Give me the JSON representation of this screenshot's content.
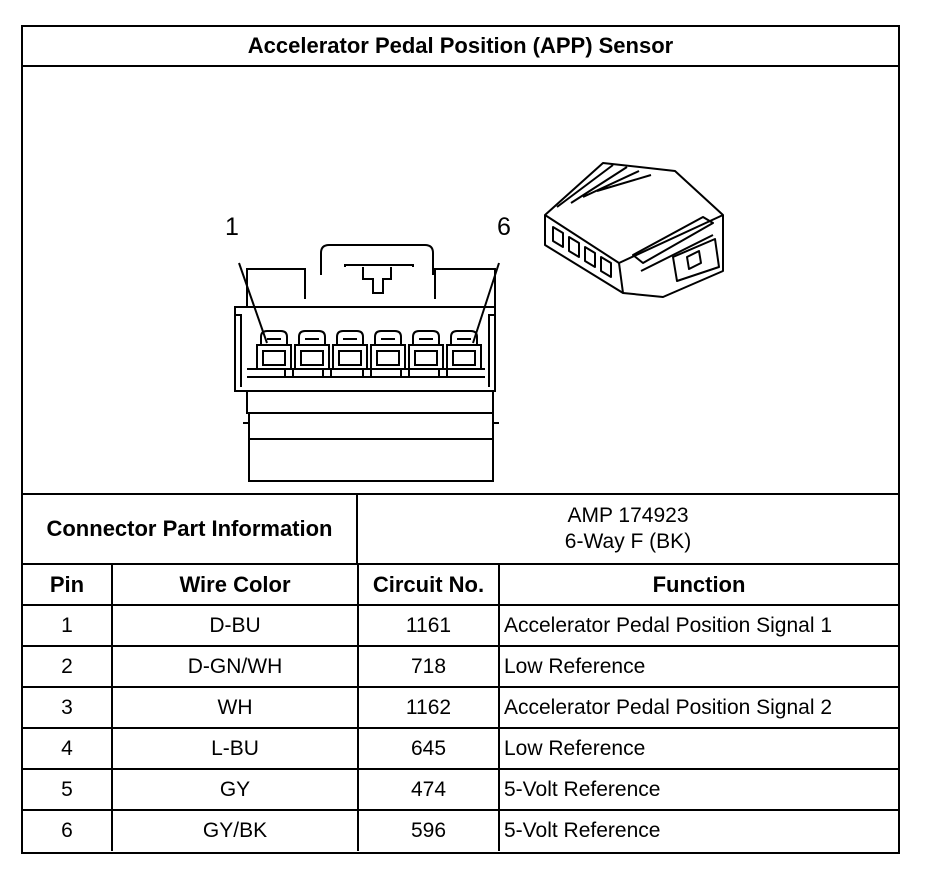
{
  "title": "Accelerator Pedal Position (APP) Sensor",
  "figure": {
    "callout_left": "1",
    "callout_right": "6"
  },
  "connector_info": {
    "label": "Connector Part Information",
    "part_number": "AMP 174923",
    "description": "6-Way F (BK)"
  },
  "table": {
    "headers": [
      "Pin",
      "Wire Color",
      "Circuit No.",
      "Function"
    ],
    "rows": [
      {
        "pin": "1",
        "wire": "D-BU",
        "circuit": "1161",
        "function": "Accelerator Pedal Position Signal 1"
      },
      {
        "pin": "2",
        "wire": "D-GN/WH",
        "circuit": "718",
        "function": "Low Reference"
      },
      {
        "pin": "3",
        "wire": "WH",
        "circuit": "1162",
        "function": "Accelerator Pedal Position Signal 2"
      },
      {
        "pin": "4",
        "wire": "L-BU",
        "circuit": "645",
        "function": "Low Reference"
      },
      {
        "pin": "5",
        "wire": "GY",
        "circuit": "474",
        "function": "5-Volt Reference"
      },
      {
        "pin": "6",
        "wire": "GY/BK",
        "circuit": "596",
        "function": "5-Volt Reference"
      }
    ]
  }
}
